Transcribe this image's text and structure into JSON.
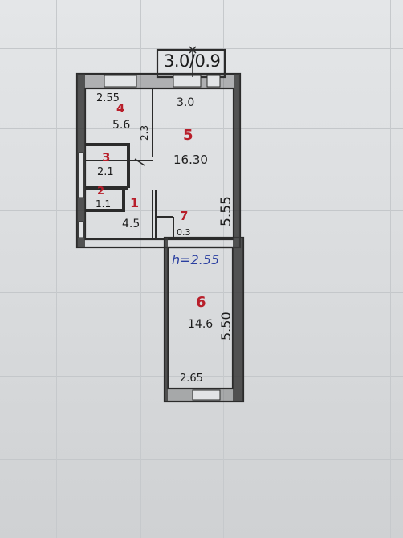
{
  "plan": {
    "balcony_label": "3.0/0.9",
    "height_label": "h=2.55",
    "rooms": [
      {
        "id": "1",
        "area": "4.5"
      },
      {
        "id": "2",
        "area": "1.1"
      },
      {
        "id": "3",
        "area": "2.1"
      },
      {
        "id": "4",
        "area": "5.6"
      },
      {
        "id": "5",
        "area": "16.30"
      },
      {
        "id": "6",
        "area": "14.6"
      },
      {
        "id": "7",
        "area": "0.3"
      }
    ],
    "dimensions": {
      "room4_width": "2.55",
      "room4_height": "2.3",
      "room5_width": "3.0",
      "room5_height": "5.55",
      "room6_width": "2.65",
      "room6_height": "5.50"
    }
  }
}
